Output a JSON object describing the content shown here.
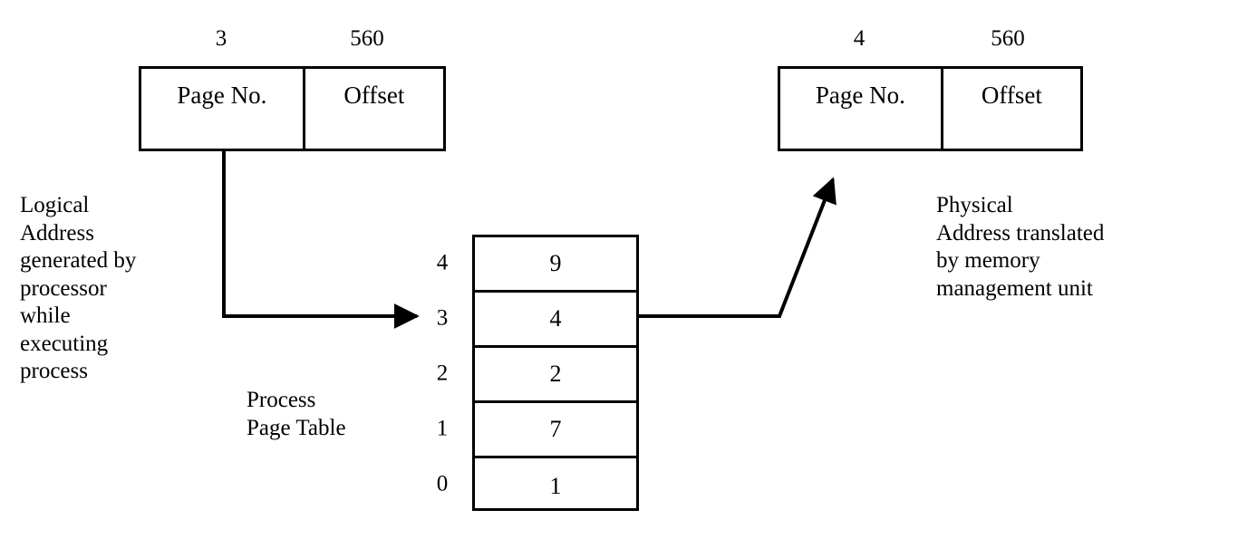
{
  "figure": {
    "background_color": "#ffffff",
    "line_color": "#000000",
    "text_color": "#000000"
  },
  "logical_address": {
    "page_number_header": "3",
    "offset_header": "560",
    "page_number_label": "Page No.",
    "offset_label": "Offset"
  },
  "physical_address": {
    "page_number_header": "4",
    "offset_header": "560",
    "page_number_label": "Page No.",
    "offset_label": "Offset"
  },
  "page_table": {
    "caption": "Process\nPage Table",
    "rows": [
      {
        "index": "4",
        "frame": "9"
      },
      {
        "index": "3",
        "frame": "4"
      },
      {
        "index": "2",
        "frame": "2"
      },
      {
        "index": "1",
        "frame": "7"
      },
      {
        "index": "0",
        "frame": "1"
      }
    ]
  },
  "annotations": {
    "left": "Logical\nAddress\ngenerated by\nprocessor\nwhile\nexecuting\nprocess",
    "right": "Physical\nAddress translated\nby memory\nmanagement unit"
  }
}
